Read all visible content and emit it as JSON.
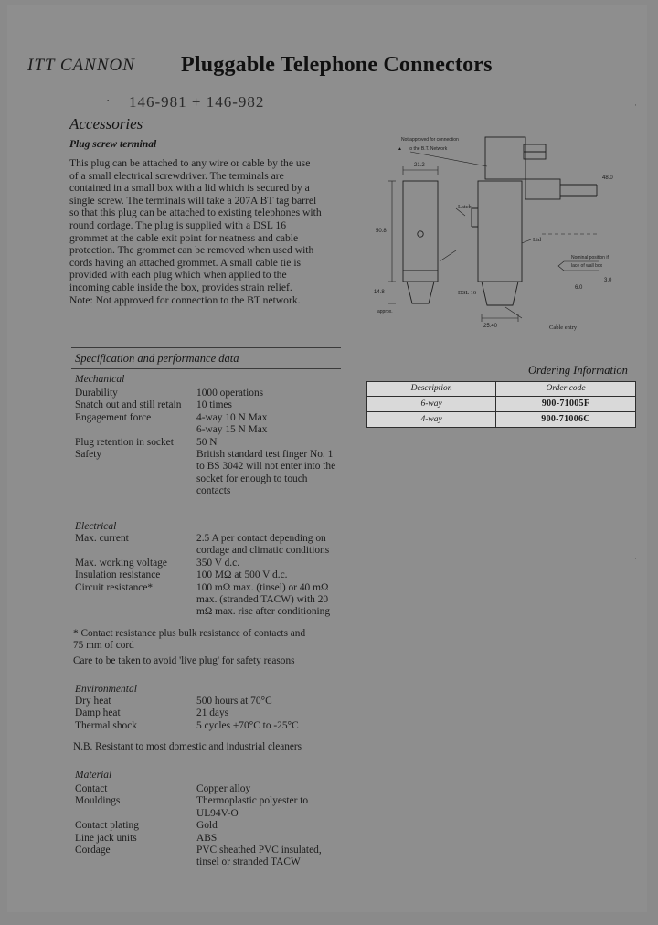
{
  "header": {
    "brand": "ITT  CANNON",
    "title": "Pluggable Telephone Connectors",
    "handwritten_note": "146-981 + 146-982",
    "hand_tick": "·|"
  },
  "accessories": {
    "heading": "Accessories",
    "subheading": "Plug screw terminal",
    "paragraph_lines": [
      "This plug can be attached to any wire or cable by the use",
      "of a small electrical screwdriver. The terminals are",
      "contained in a small box with a lid which is secured by a",
      "single screw. The terminals will take a 207A BT tag barrel",
      "so that this plug can be attached to existing telephones with",
      "round cordage. The plug is supplied with a DSL 16",
      "grommet at the cable exit point for neatness and cable",
      "protection. The grommet can be removed when used with",
      "cords having an attached grommet. A small cable tie is",
      "provided with each plug which when applied to the",
      "incoming cable inside the box, provides strain relief.",
      "Note: Not approved for connection to the BT network."
    ]
  },
  "specification": {
    "heading": "Specification and performance data",
    "sections": [
      {
        "name": "Mechanical",
        "rows": [
          {
            "label": "Durability",
            "value": "1000 operations"
          },
          {
            "label": "Snatch out and still retain",
            "value": "10 times"
          },
          {
            "label": "Engagement force",
            "value": "4-way  10 N Max"
          },
          {
            "label": "",
            "value": "6-way  15 N Max"
          },
          {
            "label": "Plug retention in socket",
            "value": "50 N"
          },
          {
            "label": "Safety",
            "value": "British standard test finger No. 1"
          },
          {
            "label": "",
            "value": "to BS 3042 will not enter into the"
          },
          {
            "label": "",
            "value": "socket for enough to touch"
          },
          {
            "label": "",
            "value": "contacts"
          }
        ]
      },
      {
        "name": "Electrical",
        "rows": [
          {
            "label": "Max. current",
            "value": "2.5 A per contact depending on"
          },
          {
            "label": "",
            "value": "cordage and climatic conditions"
          },
          {
            "label": "Max. working voltage",
            "value": "350 V d.c."
          },
          {
            "label": "Insulation resistance",
            "value": "100 MΩ at 500 V d.c."
          },
          {
            "label": "Circuit resistance*",
            "value": "100 mΩ max. (tinsel) or 40 mΩ"
          },
          {
            "label": "",
            "value": "max. (stranded TACW) with 20"
          },
          {
            "label": "",
            "value": "mΩ max. rise after conditioning"
          }
        ],
        "footnotes": [
          "* Contact resistance plus bulk resistance of contacts and",
          "75 mm of cord",
          "Care to be taken to avoid 'live plug' for safety reasons"
        ]
      },
      {
        "name": "Environmental",
        "rows": [
          {
            "label": "Dry heat",
            "value": "500 hours at 70°C"
          },
          {
            "label": "Damp heat",
            "value": "21 days"
          },
          {
            "label": "Thermal shock",
            "value": "5 cycles +70°C to -25°C"
          }
        ],
        "footnotes": [
          "N.B. Resistant to most domestic and industrial cleaners"
        ]
      },
      {
        "name": "Material",
        "rows": [
          {
            "label": "Contact",
            "value": "Copper alloy"
          },
          {
            "label": "Mouldings",
            "value": "Thermoplastic polyester to"
          },
          {
            "label": "",
            "value": "UL94V-O"
          },
          {
            "label": "Contact plating",
            "value": "Gold"
          },
          {
            "label": "Line jack units",
            "value": "ABS"
          },
          {
            "label": "Cordage",
            "value": "PVC sheathed PVC insulated,"
          },
          {
            "label": "",
            "value": "tinsel or stranded TACW"
          }
        ],
        "footnotes": []
      }
    ]
  },
  "ordering": {
    "heading": "Ordering Information",
    "columns": [
      "Description",
      "Order code"
    ],
    "rows": [
      {
        "description": "6-way",
        "code": "900-71005F"
      },
      {
        "description": "4-way",
        "code": "900-71006C"
      }
    ]
  },
  "drawing": {
    "note_lines": [
      "Not approved for connection",
      "to the B.T. Network"
    ],
    "note_marker": "▲",
    "labels": {
      "latch": "Latch",
      "lid": "Lid",
      "grommet": "DSL 16",
      "approx": "approx.",
      "cable_entry": "Cable entry",
      "nominal_position_1": "Nominal position  if",
      "nominal_position_2": "lace of wall box"
    },
    "dimensions": {
      "top_width": "21.2",
      "left_height": "50.8",
      "left_small": "14.8",
      "right_top": "48.0",
      "right_width": "25.40",
      "right_small": "6.0",
      "right_tiny": "3.0"
    }
  }
}
